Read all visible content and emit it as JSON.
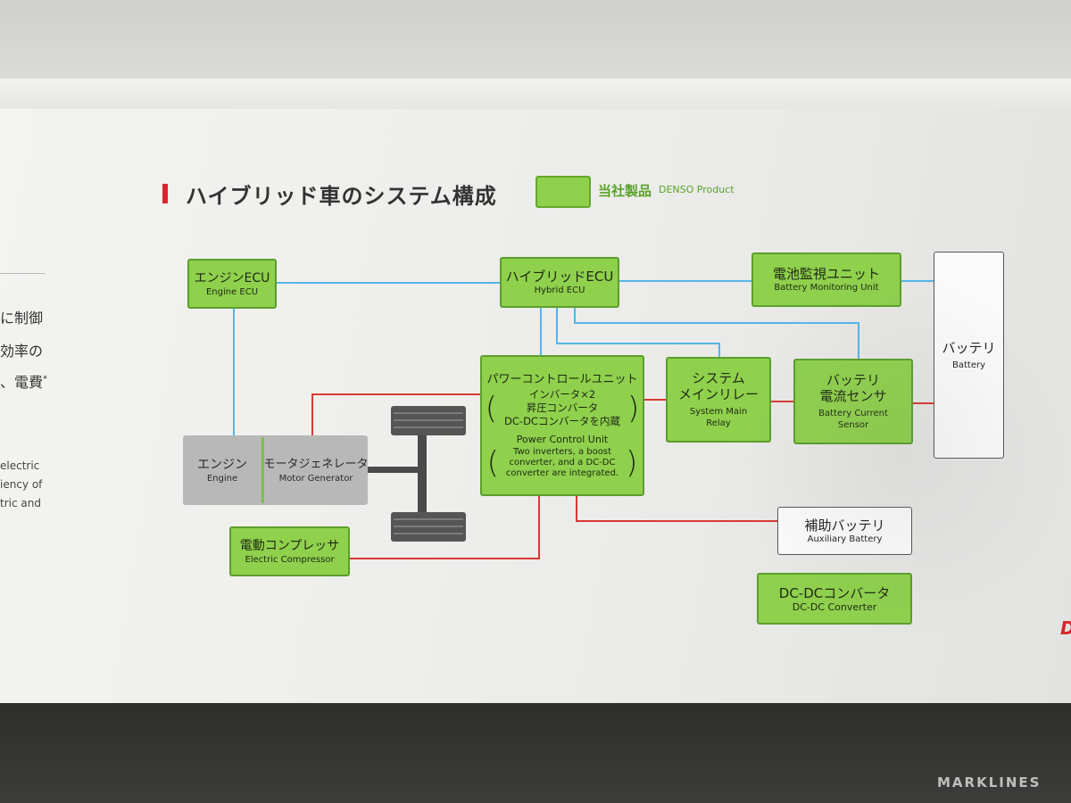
{
  "title": "ハイブリッド車のシステム構成",
  "legend": {
    "jp": "当社製品",
    "en": "DENSO Product",
    "color": "#8fd04d"
  },
  "colors": {
    "signal_line": "#56b4e9",
    "power_line": "#d83a32",
    "product_fill": "#8fd04d",
    "engine_fill": "#b8b8b8"
  },
  "left_text": {
    "jp": [
      "に制御",
      "効率の",
      "、電費"
    ],
    "jp_mark": "*",
    "en": [
      "electric",
      "iency of",
      "tric and"
    ]
  },
  "nodes": {
    "engine_ecu": {
      "jp": "エンジンECU",
      "en": "Engine ECU"
    },
    "hybrid_ecu": {
      "jp": "ハイブリッドECU",
      "en": "Hybrid ECU"
    },
    "battery_monitor": {
      "jp": "電池監視ユニット",
      "en": "Battery Monitoring Unit"
    },
    "battery": {
      "jp": "バッテリ",
      "en": "Battery"
    },
    "pcu": {
      "jp": "パワーコントロールユニット",
      "jp_items": [
        "インバータ×2",
        "昇圧コンバータ",
        "DC-DCコンバータを内蔵"
      ],
      "en": "Power Control Unit",
      "en_items": [
        "Two inverters, a boost",
        "converter, and a DC-DC",
        "converter are integrated."
      ]
    },
    "system_relay": {
      "jp_1": "システム",
      "jp_2": "メインリレー",
      "en_1": "System Main",
      "en_2": "Relay"
    },
    "current_sensor": {
      "jp_1": "バッテリ",
      "jp_2": "電流センサ",
      "en_1": "Battery Current",
      "en_2": "Sensor"
    },
    "engine": {
      "jp": "エンジン",
      "en": "Engine"
    },
    "motor_generator": {
      "jp": "モータジェネレータ",
      "en": "Motor Generator"
    },
    "electric_compressor": {
      "jp": "電動コンプレッサ",
      "en": "Electric Compressor"
    },
    "aux_battery": {
      "jp": "補助バッテリ",
      "en": "Auxiliary Battery"
    },
    "dcdc": {
      "jp": "DC-DCコンバータ",
      "en": "DC-DC Converter"
    }
  },
  "watermark": "MARKLINES",
  "logo_fragment": "D"
}
